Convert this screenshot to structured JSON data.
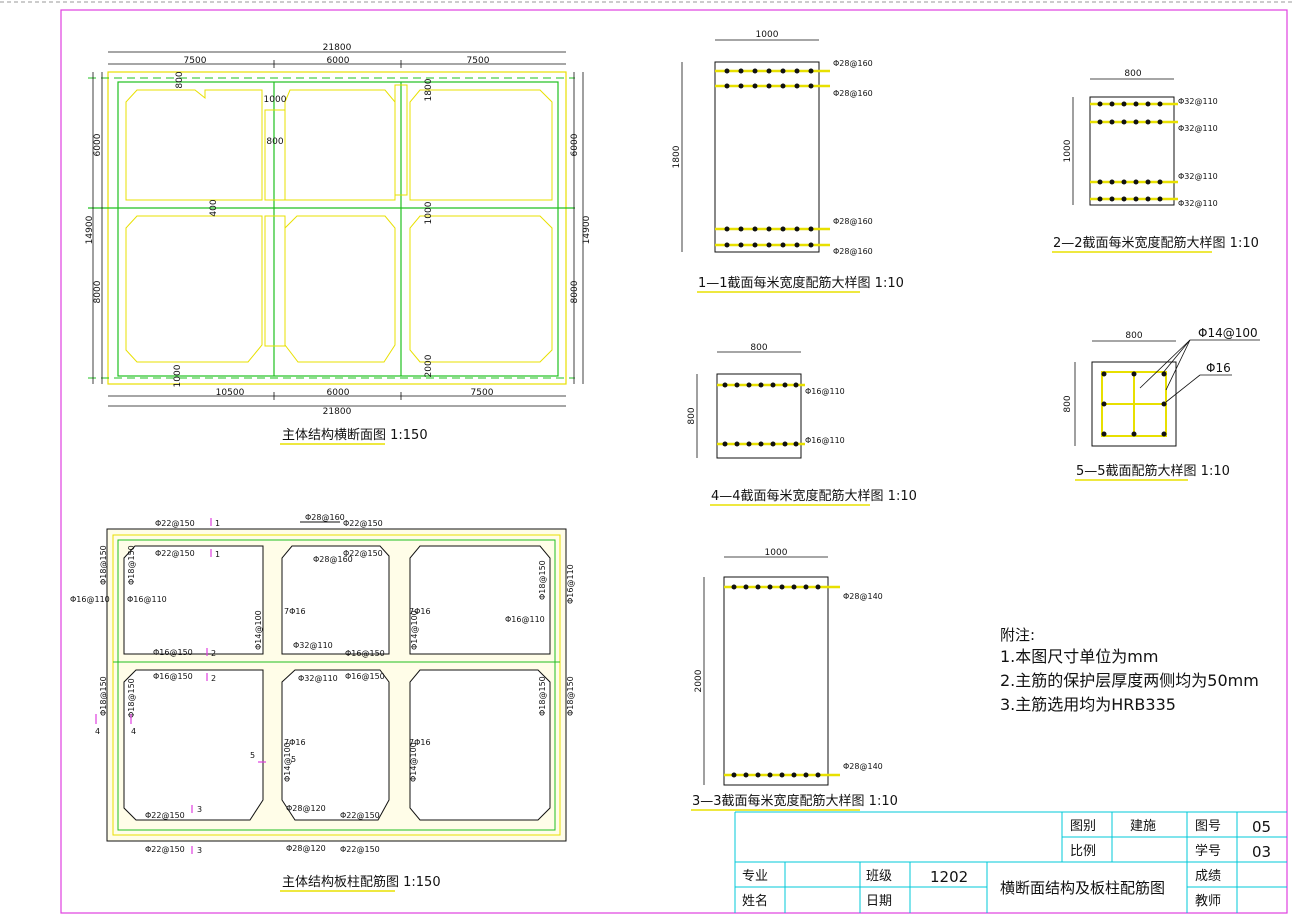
{
  "drawing": {
    "main_section": {
      "title": "主体结构横断面图 1:150",
      "dims": {
        "total_top": "21800",
        "top_left": "7500",
        "top_mid": "6000",
        "top_right": "7500",
        "total_bottom": "21800",
        "bottom_left": "10500",
        "bottom_mid": "6000",
        "bottom_right": "7500",
        "left_total": "14900",
        "left_upper": "6000",
        "left_lower": "8000",
        "right_total": "14900",
        "right_upper": "6000",
        "right_lower": "8000",
        "haunch_800": "800",
        "col_1000": "1000",
        "col_800": "800",
        "slab_1800": "1800",
        "mid_400": "400",
        "mid_1000": "1000",
        "bot_1000": "1000",
        "bot_2000": "2000"
      }
    },
    "rebar_plan": {
      "title": "主体结构板柱配筋图 1:150",
      "labels": {
        "a": "Φ22@150",
        "b": "Φ28@160",
        "c": "Φ22@150",
        "d": "Φ22@150",
        "e": "Φ28@160",
        "f": "Φ22@150",
        "g": "Φ18@150",
        "h": "Φ18@150",
        "i": "Φ16@110",
        "j": "Φ16@110",
        "k": "Φ18@150",
        "l": "Φ16@110",
        "m": "7Φ16",
        "n": "Φ14@100",
        "o": "Φ32@110",
        "p": "7Φ16",
        "q": "Φ14@100",
        "r": "Φ16@110",
        "s": "Φ16@150",
        "t": "Φ16@150",
        "u": "Φ16@150",
        "v": "Φ16@150",
        "w": "Φ32@110",
        "x": "Φ18@150",
        "y": "Φ18@150",
        "z": "Φ18@150",
        "aa": "Φ18@150",
        "ab": "7Φ16",
        "ac": "Φ14@100",
        "ad": "7Φ16",
        "ae": "Φ14@100",
        "af": "Φ22@150",
        "ag": "Φ28@120",
        "ah": "Φ22@150",
        "ai": "Φ22@150",
        "aj": "Φ28@120",
        "ak": "Φ22@150",
        "sec1": "1",
        "sec2": "2",
        "sec3": "3",
        "sec4": "4",
        "sec5": "5"
      }
    },
    "sec11": {
      "title": "1—1截面每米宽度配筋大样图 1:10",
      "w": "1000",
      "h": "1800",
      "r1": "Φ28@160",
      "r2": "Φ28@160",
      "r3": "Φ28@160",
      "r4": "Φ28@160"
    },
    "sec22": {
      "title": "2—2截面每米宽度配筋大样图 1:10",
      "w": "800",
      "h": "1000",
      "r1": "Φ32@110",
      "r2": "Φ32@110",
      "r3": "Φ32@110",
      "r4": "Φ32@110"
    },
    "sec44": {
      "title": "4—4截面每米宽度配筋大样图 1:10",
      "w": "800",
      "h": "800",
      "r1": "Φ16@110",
      "r2": "Φ16@110"
    },
    "sec55": {
      "title": "5—5截面配筋大样图 1:10",
      "w": "800",
      "h": "800",
      "r1": "Φ14@100",
      "r2": "Φ16"
    },
    "sec33": {
      "title": "3—3截面每米宽度配筋大样图 1:10",
      "w": "1000",
      "h": "2000",
      "r1": "Φ28@140",
      "r2": "Φ28@140"
    },
    "notes": {
      "head": "附注:",
      "n1": "1.本图尺寸单位为mm",
      "n2": "2.主筋的保护层厚度两侧均为50mm",
      "n3": "3.主筋选用均为HRB335"
    }
  },
  "title_block": {
    "r1c1": "图别",
    "r1c2": "建施",
    "r1c3": "图号",
    "r1c4": "05",
    "r2c1": "比例",
    "r2c2": "",
    "r2c3": "学号",
    "r2c4": "03",
    "major_label": "专业",
    "major_value": "",
    "class_label": "班级",
    "class_value": "1202",
    "name_label": "姓名",
    "name_value": "",
    "date_label": "日期",
    "date_value": "",
    "drawing_name": "横断面结构及板柱配筋图",
    "grade_label": "成绩",
    "teacher_label": "教师"
  },
  "colors": {
    "frame": "#e040e0",
    "yellow": "#e8e000",
    "green": "#20c020",
    "cyan": "#00c8d8",
    "ink": "#111111"
  }
}
